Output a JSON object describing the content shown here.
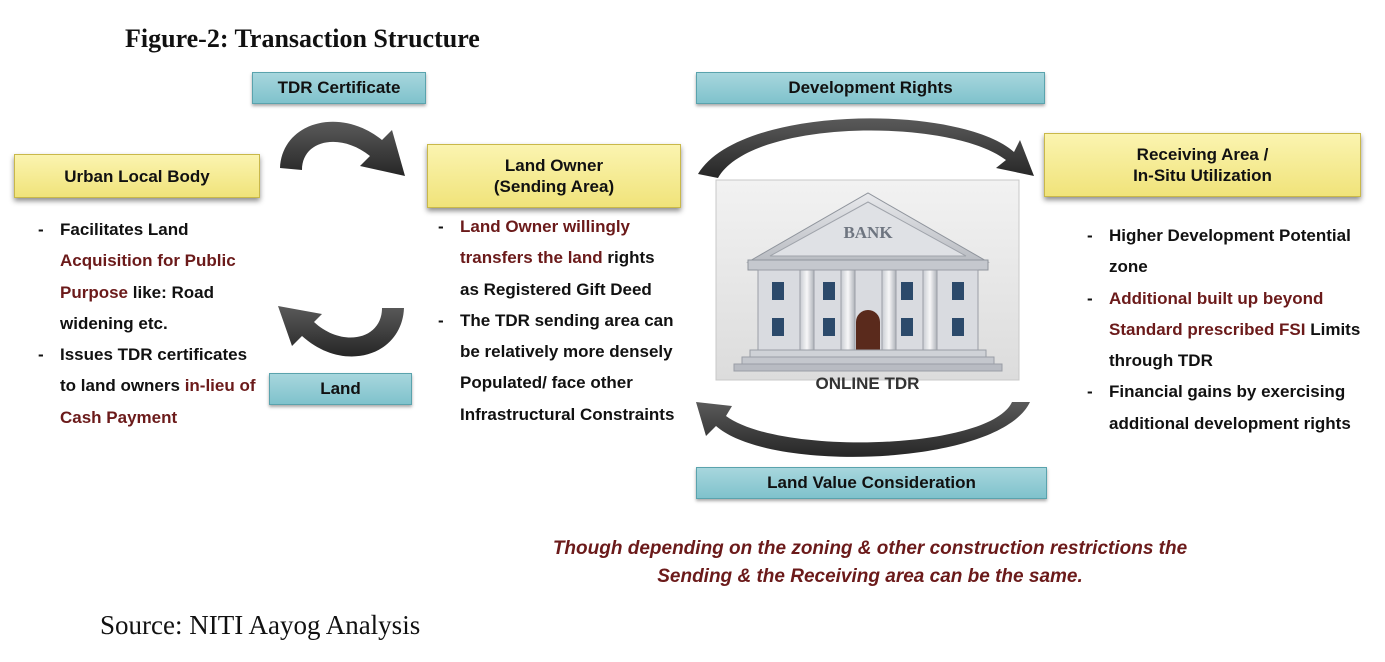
{
  "figure_title": "Figure-2: Transaction Structure",
  "labels": {
    "tdr_certificate": "TDR Certificate",
    "land": "Land",
    "development_rights": "Development Rights",
    "land_value_consideration": "Land Value Consideration"
  },
  "boxes": {
    "urban_local_body": "Urban Local Body",
    "land_owner_line1": "Land Owner",
    "land_owner_line2": "(Sending Area)",
    "receiving_line1": "Receiving Area /",
    "receiving_line2": "In-Situ Utilization"
  },
  "ulb_bullets": {
    "b1_p1": "Facilitates Land ",
    "b1_p2": "Acquisition for Public Purpose",
    "b1_p3": " like: Road widening etc.",
    "b2_p1": "Issues TDR certificates to land owners ",
    "b2_p2": "in-lieu of Cash Payment"
  },
  "owner_bullets": {
    "b1_p1": "Land Owner willingly transfers the land",
    "b1_p2": " rights as Registered Gift Deed",
    "b2": "The TDR sending area can be relatively more densely Populated/ face other Infrastructural Constraints"
  },
  "receiving_bullets": {
    "b1": "Higher Development Potential zone",
    "b2_p1": "Additional built up beyond Standard prescribed FSI",
    "b2_p2": " Limits through TDR",
    "b3": "Financial gains by exercising additional development rights"
  },
  "bank": {
    "sign": "BANK",
    "caption": "ONLINE TDR"
  },
  "note": {
    "line1": "Though depending on the zoning & other construction restrictions the",
    "line2": "Sending & the Receiving area can be the same."
  },
  "source": "Source: NITI Aayog Analysis",
  "colors": {
    "teal": "#8ccbd3",
    "yellow": "#f4ea90",
    "accent_red": "#6b1a1a",
    "arrow": "#3a3a3a"
  }
}
